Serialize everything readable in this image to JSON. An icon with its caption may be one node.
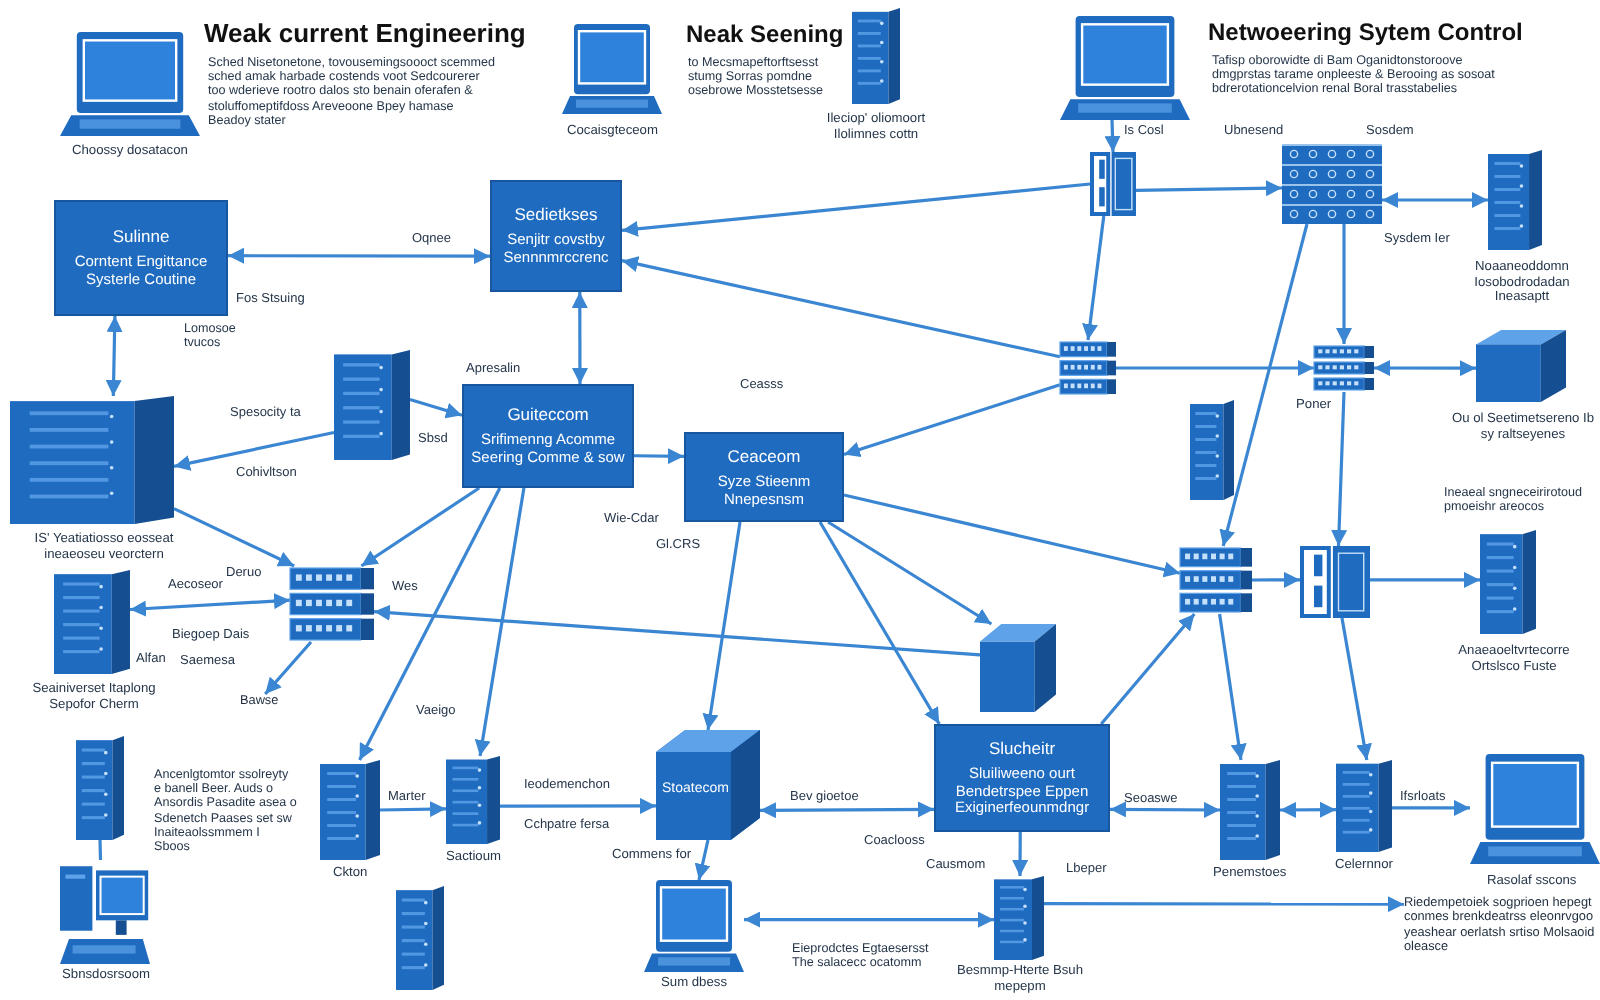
{
  "diagram": {
    "nodes": [
      {
        "text": [],
        "shape": "laptop",
        "beside": [
          "Choossy dosatacon"
        ]
      },
      {
        "text": [],
        "shape": "laptop",
        "beside": [
          "Cocaisgteceom"
        ]
      },
      {
        "text": [],
        "shape": "server",
        "beside": [
          "Ileciop' oliomoort Ilolimnes cottn"
        ]
      },
      {
        "text": [],
        "shape": "laptop"
      },
      {
        "text": [],
        "shape": "cabinet"
      },
      {
        "text": [],
        "shape": "rack"
      },
      {
        "text": [],
        "shape": "server",
        "beside": [
          "Noaaneoddomn Iosobodrodadan Ineasaptt"
        ]
      },
      {
        "text": [
          "Sedietkses",
          "Senjitr covstby Sennnmrccrenc"
        ]
      },
      {
        "text": [
          "Sulinne",
          "Corntent Engittance Systerle Coutine"
        ]
      },
      {
        "text": [],
        "shape": "switch",
        "beside": [
          "Poner"
        ]
      },
      {
        "text": [],
        "shape": "cube",
        "beside": [
          "Ou ol Seetimetsereno Ib sy raltseyenes"
        ]
      },
      {
        "text": [],
        "shape": "switch"
      },
      {
        "text": [],
        "shape": "server"
      },
      {
        "text": [
          "Guiteccom",
          "Srifimenng Acomme Seering Comme & sow"
        ]
      },
      {
        "text": [],
        "shape": "server",
        "beside": [
          "IS' Yeatiatiosso eosseat ineaeoseu veorctern"
        ]
      },
      {
        "text": [],
        "shape": "server"
      },
      {
        "text": [
          "Ceaceom",
          "Syze Stieenm",
          "Nnepesnsm"
        ]
      },
      {
        "text": [],
        "shape": "server",
        "beside": [
          "Anaeaoeltvrtecorre Ortslsco Fuste"
        ]
      },
      {
        "text": [],
        "shape": "cabinet"
      },
      {
        "text": [],
        "shape": "switch"
      },
      {
        "text": [],
        "shape": "switch"
      },
      {
        "text": [],
        "shape": "server",
        "beside": [
          "Seainiverset Itaplong Sepofor Cherm"
        ]
      },
      {
        "text": [],
        "shape": "cube"
      },
      {
        "text": [
          "Slucheitr",
          "Sluiliweeno ourt",
          "Bendetrspee Eppen Exiginerfeounmdngr"
        ]
      },
      {
        "text": [],
        "shape": "server",
        "beside": [
          "Ckton"
        ]
      },
      {
        "text": [],
        "shape": "server",
        "beside": [
          "Sactioum"
        ]
      },
      {
        "text": [
          "Stoatecom"
        ],
        "beside": [
          "Commens for"
        ]
      },
      {
        "text": [],
        "shape": "server"
      },
      {
        "text": [],
        "shape": "server",
        "beside": [
          "Penemstoes"
        ]
      },
      {
        "text": [],
        "shape": "server",
        "beside": [
          "Celernnor"
        ]
      },
      {
        "text": [],
        "shape": "laptop",
        "beside": [
          "Rasolaf sscons"
        ]
      },
      {
        "text": [],
        "shape": "desktop",
        "beside": [
          "Sbnsdosrsoom"
        ]
      },
      {
        "text": [],
        "shape": "server",
        "beside": [
          "Besmmp-Hterte Bsuh mepepm"
        ]
      },
      {
        "text": [],
        "shape": "laptop",
        "beside": [
          "Sum dbess"
        ]
      },
      {
        "text": [],
        "shape": "server"
      },
      {
        "text": [
          "Riedempetoiek sogprioen hepegt conmes brenkdeatrss eleonrvgoo yeashear oerlatsh srtiso Molsaoid oleasce"
        ]
      },
      {
        "text": [
          "Bawse"
        ]
      }
    ],
    "edges": [
      {
        "from": 7,
        "to": 8,
        "arrow": "both"
      },
      {
        "from": 8,
        "to": 14,
        "arrow": "both"
      },
      {
        "from": 12,
        "to": 14,
        "arrow": "to"
      },
      {
        "from": 7,
        "to": 13,
        "arrow": "both"
      },
      {
        "from": 4,
        "to": 7,
        "arrow": "to"
      },
      {
        "from": 11,
        "to": 7,
        "arrow": "to"
      },
      {
        "from": 13,
        "to": 16,
        "arrow": "to"
      },
      {
        "from": 13,
        "to": 20,
        "arrow": "to"
      },
      {
        "from": 20,
        "to": 21,
        "arrow": "both"
      },
      {
        "from": 20,
        "to": 36,
        "arrow": "to"
      },
      {
        "from": 14,
        "to": 20,
        "arrow": "to"
      },
      {
        "from": 13,
        "to": 24,
        "arrow": "to"
      },
      {
        "from": 13,
        "to": 25,
        "arrow": "to"
      },
      {
        "from": 24,
        "to": 25,
        "arrow": "to"
      },
      {
        "from": 25,
        "to": 26,
        "arrow": "to"
      },
      {
        "from": 16,
        "to": 26,
        "arrow": "to"
      },
      {
        "from": 26,
        "to": 23,
        "arrow": "both"
      },
      {
        "from": 26,
        "to": 33,
        "arrow": "to"
      },
      {
        "from": 33,
        "to": 32,
        "arrow": "both"
      },
      {
        "from": 23,
        "to": 32,
        "arrow": "to"
      },
      {
        "from": 16,
        "to": 23,
        "arrow": "to"
      },
      {
        "from": 23,
        "to": 28,
        "arrow": "both"
      },
      {
        "from": 28,
        "to": 29,
        "arrow": "both"
      },
      {
        "from": 29,
        "to": 30,
        "arrow": "to"
      },
      {
        "from": 32,
        "to": 35,
        "arrow": "to"
      },
      {
        "from": 19,
        "to": 18,
        "arrow": "to"
      },
      {
        "from": 23,
        "to": 19,
        "arrow": "to"
      },
      {
        "from": 19,
        "to": 28,
        "arrow": "to"
      },
      {
        "from": 18,
        "to": 29,
        "arrow": "to"
      },
      {
        "from": 18,
        "to": 17,
        "arrow": "to"
      },
      {
        "from": 4,
        "to": 5,
        "arrow": "to"
      },
      {
        "from": 5,
        "to": 19,
        "arrow": "to"
      },
      {
        "from": 6,
        "to": 5,
        "arrow": "both"
      },
      {
        "from": 5,
        "to": 9,
        "arrow": "to"
      },
      {
        "from": 9,
        "to": 10,
        "arrow": "both"
      },
      {
        "from": 9,
        "to": 18,
        "arrow": "to"
      },
      {
        "from": 11,
        "to": 9,
        "arrow": "to"
      },
      {
        "from": 3,
        "to": 4,
        "arrow": "to"
      },
      {
        "from": 4,
        "to": 11,
        "arrow": "to"
      },
      {
        "from": 11,
        "to": 16,
        "arrow": "to"
      },
      {
        "from": 16,
        "to": 19,
        "arrow": "to"
      },
      {
        "from": 22,
        "to": 20,
        "arrow": "to"
      },
      {
        "from": 16,
        "to": 22,
        "arrow": "to"
      },
      {
        "from": 12,
        "to": 13,
        "arrow": "to"
      },
      {
        "from": 27,
        "to": 31,
        "arrow": "none"
      }
    ],
    "labels": [
      "Weak current Engineering",
      "Sched Nisetonetone, tovousemingsoooct scemmed sched amak harbade costends voot Sedcourerer too wderieve rootro dalos sto benain oferafen & stoluffomeptifdoss Areveoone Bpey hamase Beadoy stater",
      "Neak Seening",
      "to Mecsmapeftorftsesst stumg Sorras pomdne osebrowe Mosstetsesse",
      "Netwoeering Sytem Control",
      "Tafisp oborowidte di Bam Oganidtonstoroove dmgprstas tarame onpleeste & Berooing as sosoat bdrerotationcelvion renal Boral trasstabelies",
      "Is Cosl",
      "Ubnesend",
      "Sosdem",
      "Oqnee",
      "Fos Stsuing",
      "Lomosoe tvucos",
      "Apresalin",
      "Spesocity ta",
      "Cohivltson",
      "Sbsd",
      "Ceasss",
      "Sysdem Ier",
      "Deruo",
      "Aecoseor",
      "Wes",
      "Biegoep Dais",
      "Alfan",
      "Saemesa",
      "Ancenlgtomtor ssolreyty e banell Beer. Auds o Ansordis Pasadite asea o Sdenetch Paases set sw Inaiteaolssmmem I Sboos",
      "Vaeigo",
      "Marter",
      "Ieodemenchon",
      "Cchpatre fersa",
      "Bev gioetoe",
      "Coaclooss",
      "Causmom",
      "Lbeper",
      "Seoaswe",
      "Ifsrloats",
      "Ineaeal sngneceirirotoud pmoeishr areocos",
      "Eieprodctes Egtaesersst The salacecc ocatomm",
      "Wie-Cdar",
      "Gl.CRS"
    ]
  }
}
